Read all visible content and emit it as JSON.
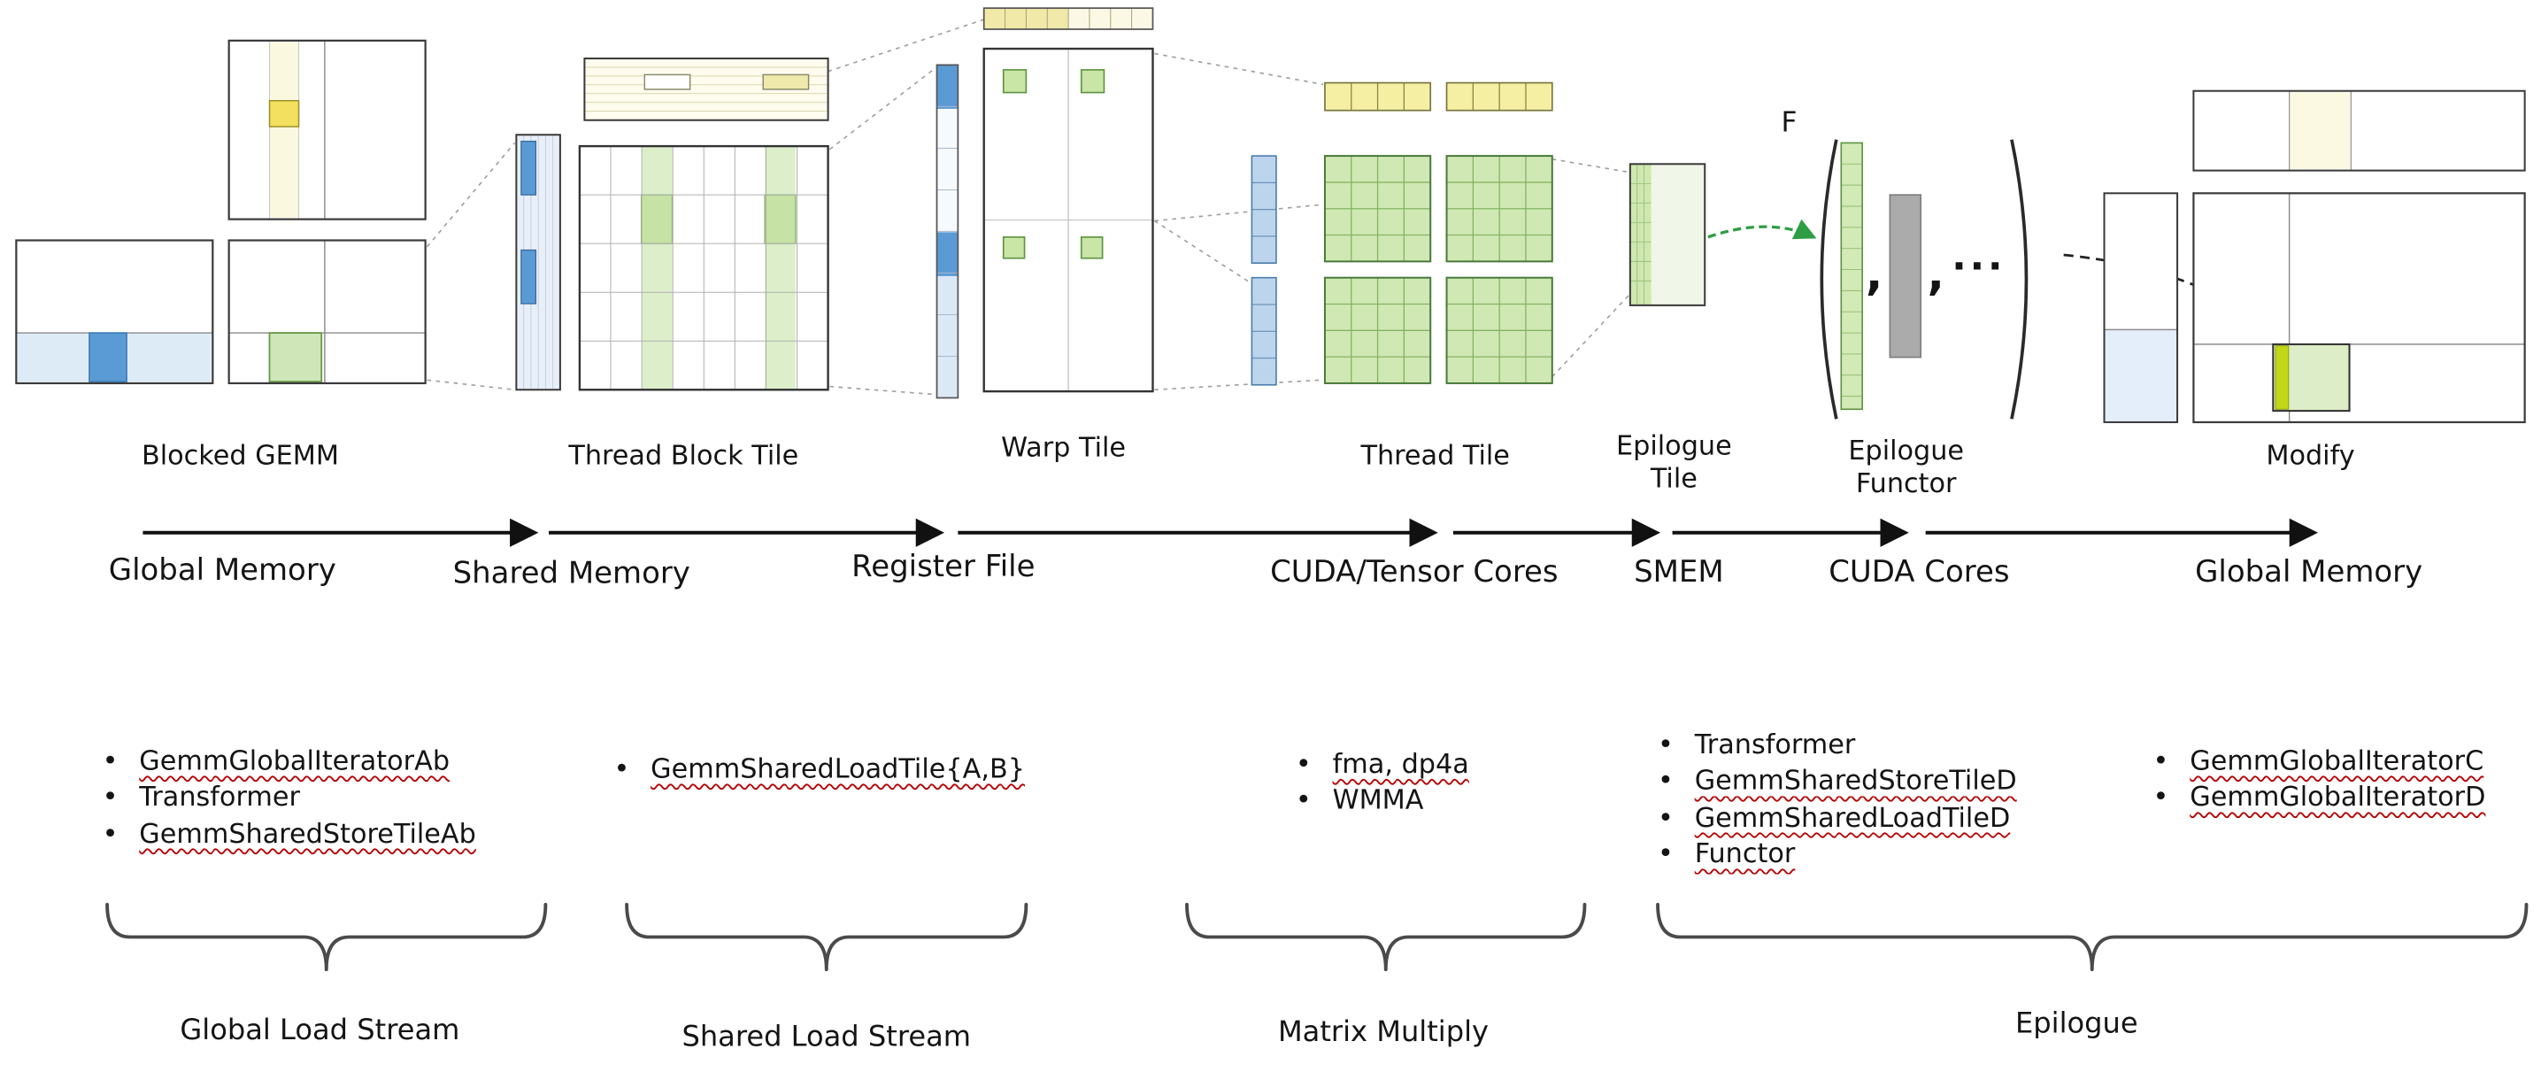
{
  "colors": {
    "highlight_yellow": "#f2e05e",
    "light_yellow_band": "#fbf8e0",
    "tile_yellow": "#f4efa3",
    "highlight_blue": "#5b9bd5",
    "light_blue_band": "#ddebf7",
    "tile_blue": "#bdd5ec",
    "light_green_band": "#dcefca",
    "tile_green": "#d0e8b4",
    "epilogue_arrow_green": "#2e9e44",
    "operand_gray": "#ababab",
    "modify_highlight_bar": "#c3d617",
    "squiggle_red": "#b50000"
  },
  "tiles": {
    "blocked_gemm": "Blocked GEMM",
    "thread_block_tile": "Thread Block Tile",
    "warp_tile": "Warp Tile",
    "thread_tile": "Thread Tile",
    "epilogue_tile": {
      "line1": "Epilogue",
      "line2": "Tile"
    },
    "epilogue_functor": {
      "line1": "Epilogue",
      "line2": "Functor",
      "f": "F",
      "comma1": ",",
      "comma2": ",",
      "ellipsis": "..."
    },
    "modify": "Modify"
  },
  "stages": {
    "global_memory_left": "Global Memory",
    "shared_memory": "Shared Memory",
    "register_file": "Register File",
    "cuda_tensor_cores": "CUDA/Tensor Cores",
    "smem": "SMEM",
    "cuda_cores": "CUDA Cores",
    "global_memory_right": "Global Memory"
  },
  "lists": {
    "global_load": {
      "items": [
        "GemmGlobalIteratorAb",
        "Transformer",
        "GemmSharedStoreTileAb"
      ]
    },
    "shared_load": {
      "items": [
        "GemmSharedLoadTile{A,B}"
      ]
    },
    "matrix_multiply": {
      "items": [
        "fma, dp4a",
        "WMMA"
      ]
    },
    "epilogue_main": {
      "items": [
        "Transformer",
        "GemmSharedStoreTileD",
        "GemmSharedLoadTileD",
        "Functor"
      ]
    },
    "epilogue_right": {
      "items": [
        "GemmGlobalIteratorC",
        "GemmGlobalIteratorD"
      ]
    }
  },
  "braces": {
    "global_load_stream": "Global Load Stream",
    "shared_load_stream": "Shared Load Stream",
    "matrix_multiply": "Matrix Multiply",
    "epilogue": "Epilogue"
  }
}
